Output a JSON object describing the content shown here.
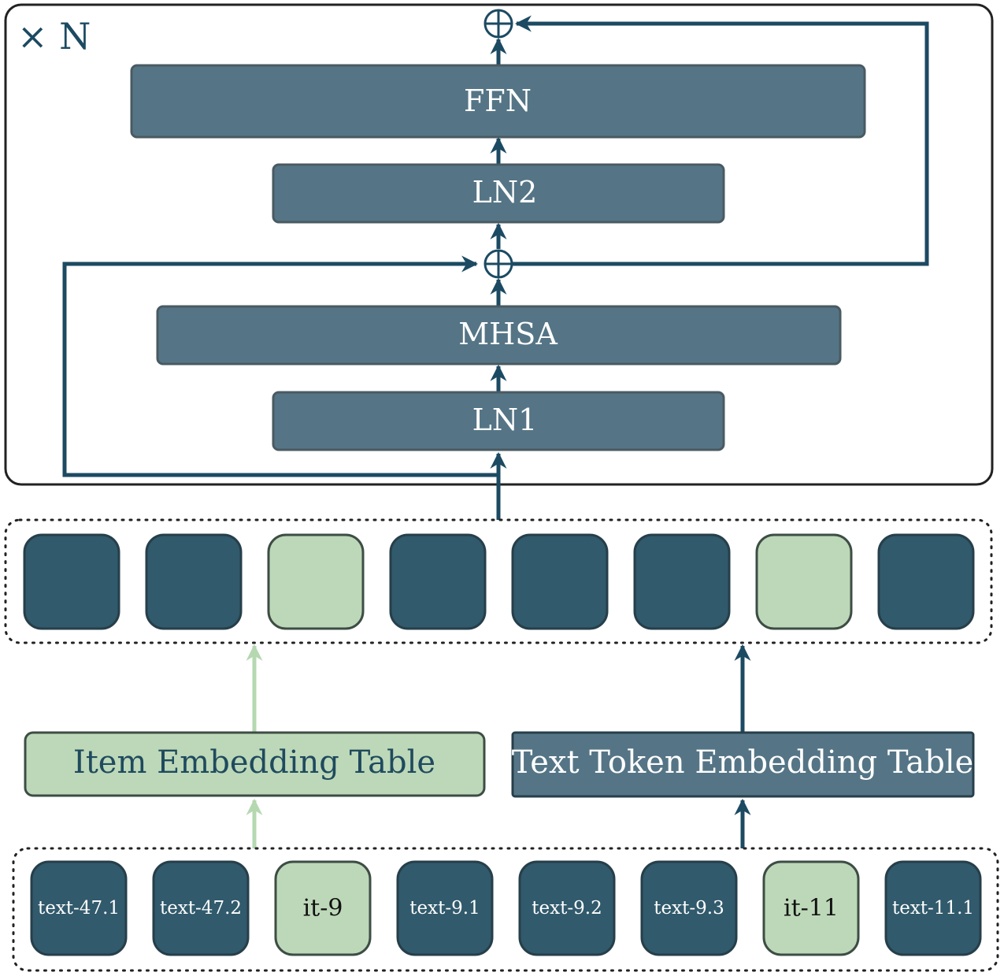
{
  "colors": {
    "dark": "#315a6c",
    "dark_border": "#263f4a",
    "block": "#557586",
    "block_border": "#4a5a62",
    "light": "#bdd8b8",
    "light_border": "#3d4d45",
    "arrow_dark": "#1c4a62",
    "arrow_light": "#b5d8b0",
    "frame": "#222222"
  },
  "transformer": {
    "repeat_label": "× N",
    "blocks": [
      {
        "id": "ffn",
        "label": "FFN"
      },
      {
        "id": "ln2",
        "label": "LN2"
      },
      {
        "id": "mhsa",
        "label": "MHSA"
      },
      {
        "id": "ln1",
        "label": "LN1"
      }
    ]
  },
  "embedding_row": {
    "cells": [
      "text",
      "text",
      "item",
      "text",
      "text",
      "text",
      "item",
      "text"
    ]
  },
  "tables": {
    "item": {
      "label": "Item Embedding Table"
    },
    "text": {
      "label": "Text Token Embedding Table"
    }
  },
  "tokens": [
    {
      "label": "text-47.1",
      "kind": "text"
    },
    {
      "label": "text-47.2",
      "kind": "text"
    },
    {
      "label": "it-9",
      "kind": "item"
    },
    {
      "label": "text-9.1",
      "kind": "text"
    },
    {
      "label": "text-9.2",
      "kind": "text"
    },
    {
      "label": "text-9.3",
      "kind": "text"
    },
    {
      "label": "it-11",
      "kind": "item"
    },
    {
      "label": "text-11.1",
      "kind": "text"
    }
  ]
}
